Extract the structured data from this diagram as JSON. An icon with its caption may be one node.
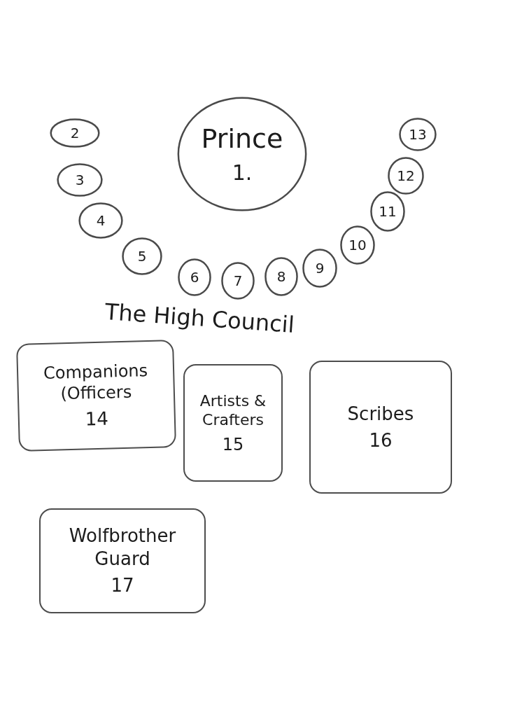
{
  "diagram": {
    "nodes": [
      {
        "text": [
          "Prince",
          "1."
        ]
      },
      {
        "text": [
          "2"
        ]
      },
      {
        "text": [
          "3"
        ]
      },
      {
        "text": [
          "4"
        ]
      },
      {
        "text": [
          "5"
        ]
      },
      {
        "text": [
          "6"
        ]
      },
      {
        "text": [
          "7"
        ]
      },
      {
        "text": [
          "8"
        ]
      },
      {
        "text": [
          "9"
        ]
      },
      {
        "text": [
          "10"
        ]
      },
      {
        "text": [
          "11"
        ]
      },
      {
        "text": [
          "12"
        ]
      },
      {
        "text": [
          "13"
        ]
      },
      {
        "text": [
          "Companions (Officers",
          "14"
        ]
      },
      {
        "text": [
          "Artists & Crafters",
          "15"
        ]
      },
      {
        "text": [
          "Scribes",
          "16"
        ]
      },
      {
        "text": [
          "Wolfbrother Guard",
          "17"
        ]
      }
    ],
    "labels": [
      "The High Council"
    ]
  }
}
